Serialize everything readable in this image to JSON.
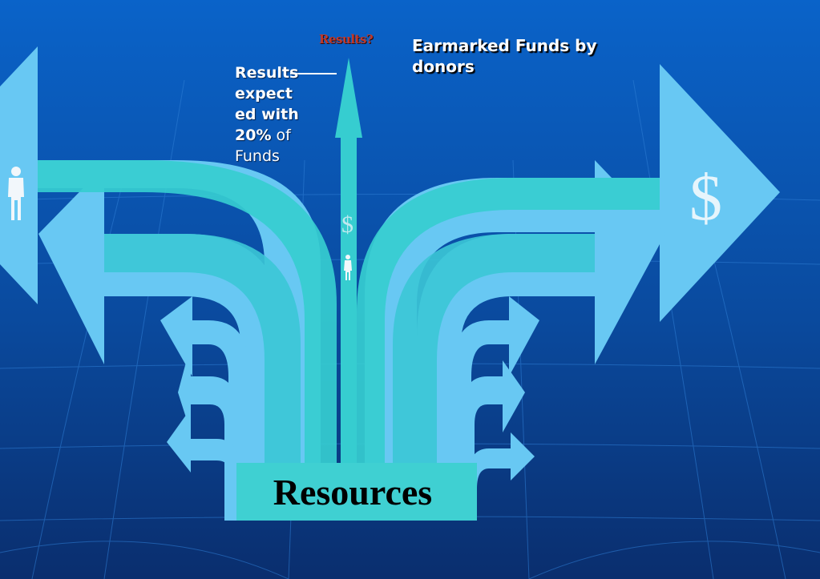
{
  "labels": {
    "results_question": "Results?",
    "earmarked": "Earmarked Funds by donors",
    "results_line1": "Results",
    "results_line2": "expect",
    "results_line3": "ed with",
    "results_percent": "20%",
    "results_of": "of",
    "results_line5": "Funds",
    "resources": "Resources",
    "dollar_big": "$",
    "dollar_small": "$"
  },
  "colors": {
    "background_top": "#0a63c9",
    "background_bottom": "#0a2e6e",
    "arrow_light": "#68c8f3",
    "arrow_teal": "#36cdd0",
    "results_red": "#c0392b"
  }
}
